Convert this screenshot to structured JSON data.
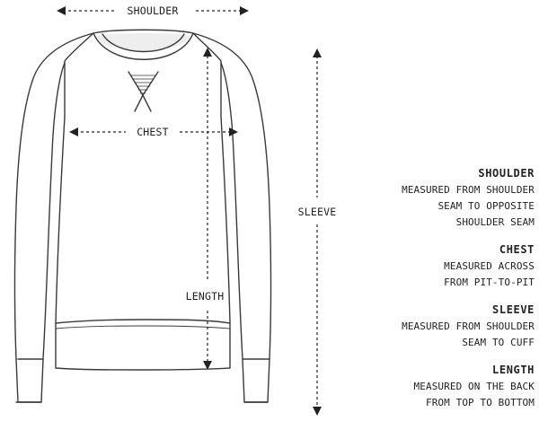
{
  "diagram": {
    "labels": {
      "shoulder": "SHOULDER",
      "chest": "CHEST",
      "length": "LENGTH",
      "sleeve": "SLEEVE"
    },
    "colors": {
      "outline": "#3a3a3a",
      "text": "#222222",
      "shade": "#eeeeee"
    }
  },
  "legend": [
    {
      "key": "shoulder",
      "heading": "SHOULDER",
      "lines": [
        "MEASURED FROM SHOULDER",
        "SEAM TO OPPOSITE",
        "SHOULDER SEAM"
      ]
    },
    {
      "key": "chest",
      "heading": "CHEST",
      "lines": [
        "MEASURED ACROSS",
        "FROM PIT-TO-PIT"
      ]
    },
    {
      "key": "sleeve",
      "heading": "SLEEVE",
      "lines": [
        "MEASURED FROM SHOULDER",
        "SEAM TO CUFF"
      ]
    },
    {
      "key": "length",
      "heading": "LENGTH",
      "lines": [
        "MEASURED ON THE BACK",
        "FROM TOP TO BOTTOM"
      ]
    }
  ]
}
